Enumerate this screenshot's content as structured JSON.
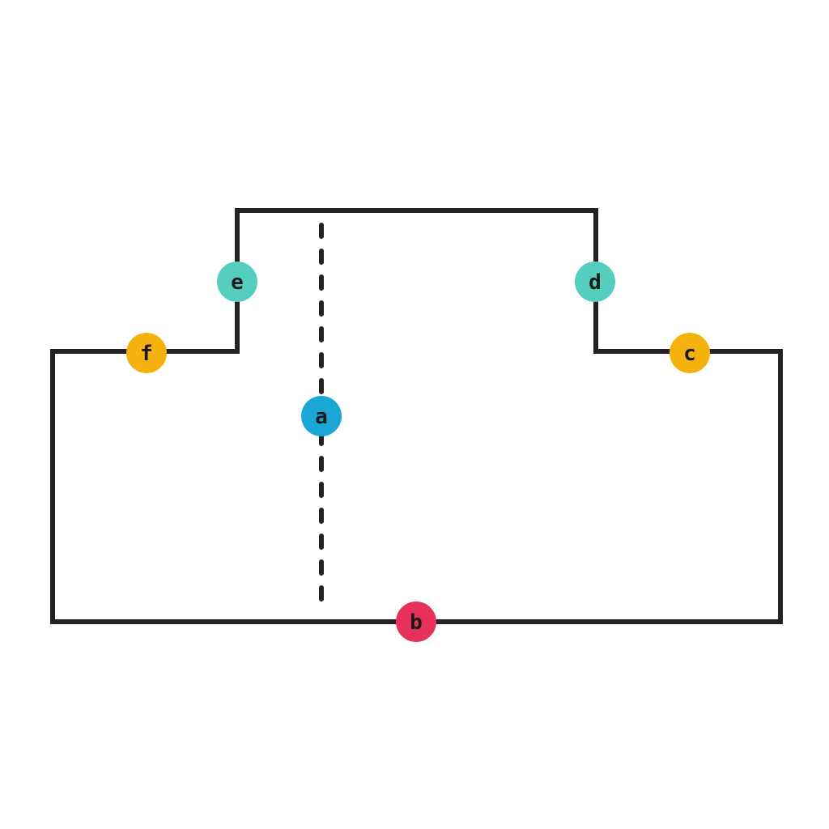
{
  "colors": {
    "background": "#ffffff",
    "outline": "#222222",
    "dashed_line": "#222222",
    "label_text": "#1a1a1a",
    "blue": "#1ba7d6",
    "red": "#e8315a",
    "orange": "#f5b20f",
    "teal": "#55cdbf"
  },
  "labels": {
    "a": {
      "text": "a",
      "color": "blue"
    },
    "b": {
      "text": "b",
      "color": "red"
    },
    "c": {
      "text": "c",
      "color": "orange"
    },
    "d": {
      "text": "d",
      "color": "teal"
    },
    "e": {
      "text": "e",
      "color": "teal"
    },
    "f": {
      "text": "f",
      "color": "orange"
    }
  }
}
